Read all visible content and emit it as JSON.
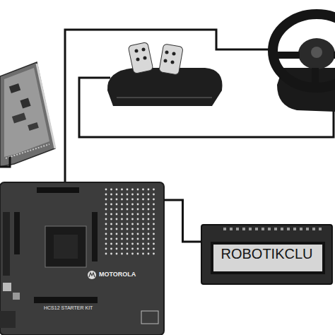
{
  "diagram": {
    "nodes": [
      {
        "text": [
          "MOTOROLA",
          "HCS12 STARTER KIT"
        ]
      },
      {
        "text": [
          "ROBOTIKCLU"
        ]
      }
    ],
    "edges": [
      {
        "from": 0,
        "to": 1,
        "arrow": "none"
      }
    ]
  }
}
